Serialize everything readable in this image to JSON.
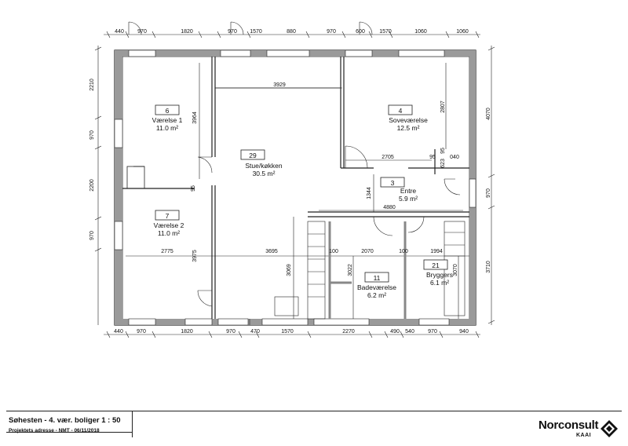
{
  "title_block": {
    "title": "Søhesten - 4. vær. boliger  1 : 50",
    "subtitle": "Projektets adresse - NMT - 06/11/2018",
    "logo_main": "Norconsult",
    "logo_sub": "KAAI"
  },
  "rooms": [
    {
      "num": "6",
      "name": "Værelse 1",
      "area": "11.0 m²"
    },
    {
      "num": "29",
      "name": "Stue/køkken",
      "area": "30.5 m²"
    },
    {
      "num": "4",
      "name": "Soveværelse",
      "area": "12.5 m²"
    },
    {
      "num": "3",
      "name": "Entre",
      "area": "5.9 m²"
    },
    {
      "num": "7",
      "name": "Værelse 2",
      "area": "11.0 m²"
    },
    {
      "num": "11",
      "name": "Badeværelse",
      "area": "6.2 m²"
    },
    {
      "num": "21",
      "name": "Bryggers",
      "area": "6.1 m²"
    }
  ],
  "dims_top": [
    "440",
    "970",
    "1820",
    "970",
    "1570",
    "880",
    "970",
    "600",
    "1570",
    "1060"
  ],
  "dims_bottom": [
    "440",
    "970",
    "1820",
    "970",
    "470",
    "1570",
    "2270",
    "490",
    "540",
    "970",
    "940"
  ],
  "dims_left": [
    "2210",
    "970",
    "2200",
    "970"
  ],
  "dims_right": [
    "4070",
    "970",
    "3710"
  ],
  "dims_inner": {
    "d3929": "3929",
    "d3964": "3964",
    "d2807": "2807",
    "d2705": "2705",
    "d95a": "95",
    "d95b": "95",
    "d95c": "95",
    "d623": "623",
    "d040": "040",
    "d1344": "1344",
    "d4880": "4880",
    "d2775": "2775",
    "d3975": "3975",
    "d3695": "3695",
    "d100a": "100",
    "d2070": "2070",
    "d100b": "100",
    "d1994": "1994",
    "d3069": "3069",
    "d3022": "3022",
    "d3070": "3070"
  }
}
